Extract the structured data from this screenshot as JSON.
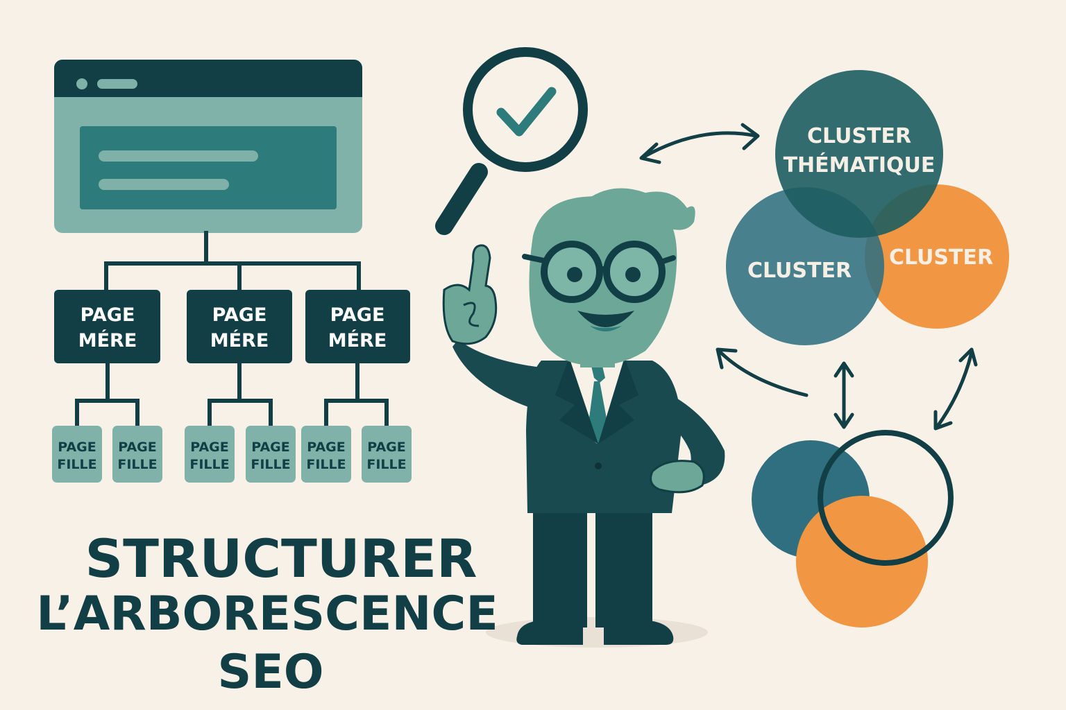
{
  "hierarchy": {
    "parent_label_line1": "PAGE",
    "parent_label_line2": "MÉRE",
    "child_label_line1": "PAGE",
    "child_label_line2": "FILLE"
  },
  "clusters": {
    "top_line1": "CLUSTER",
    "top_line2": "THÉMATIQUE",
    "left": "CLUSTER",
    "right": "CLUSTER"
  },
  "title": {
    "line1": "STRUCTURER",
    "line2": "L’ARBORESCENCE",
    "line3": "SEO"
  },
  "colors": {
    "background": "#f8f1e8",
    "dark_teal": "#123f45",
    "teal": "#2e7b7b",
    "light_teal": "#7fb1a8",
    "orange": "#f19642"
  }
}
